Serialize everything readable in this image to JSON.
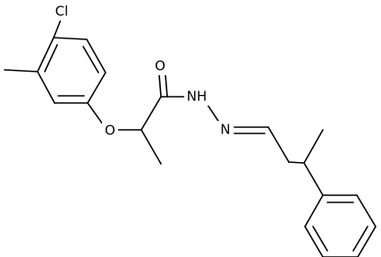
{
  "molecule": {
    "atoms": [
      {
        "id": "Cl",
        "label": "Cl"
      },
      {
        "id": "O_ether",
        "label": "O"
      },
      {
        "id": "O_carbonyl",
        "label": "O"
      },
      {
        "id": "NH",
        "label": "NH"
      },
      {
        "id": "N",
        "label": "N"
      }
    ]
  }
}
